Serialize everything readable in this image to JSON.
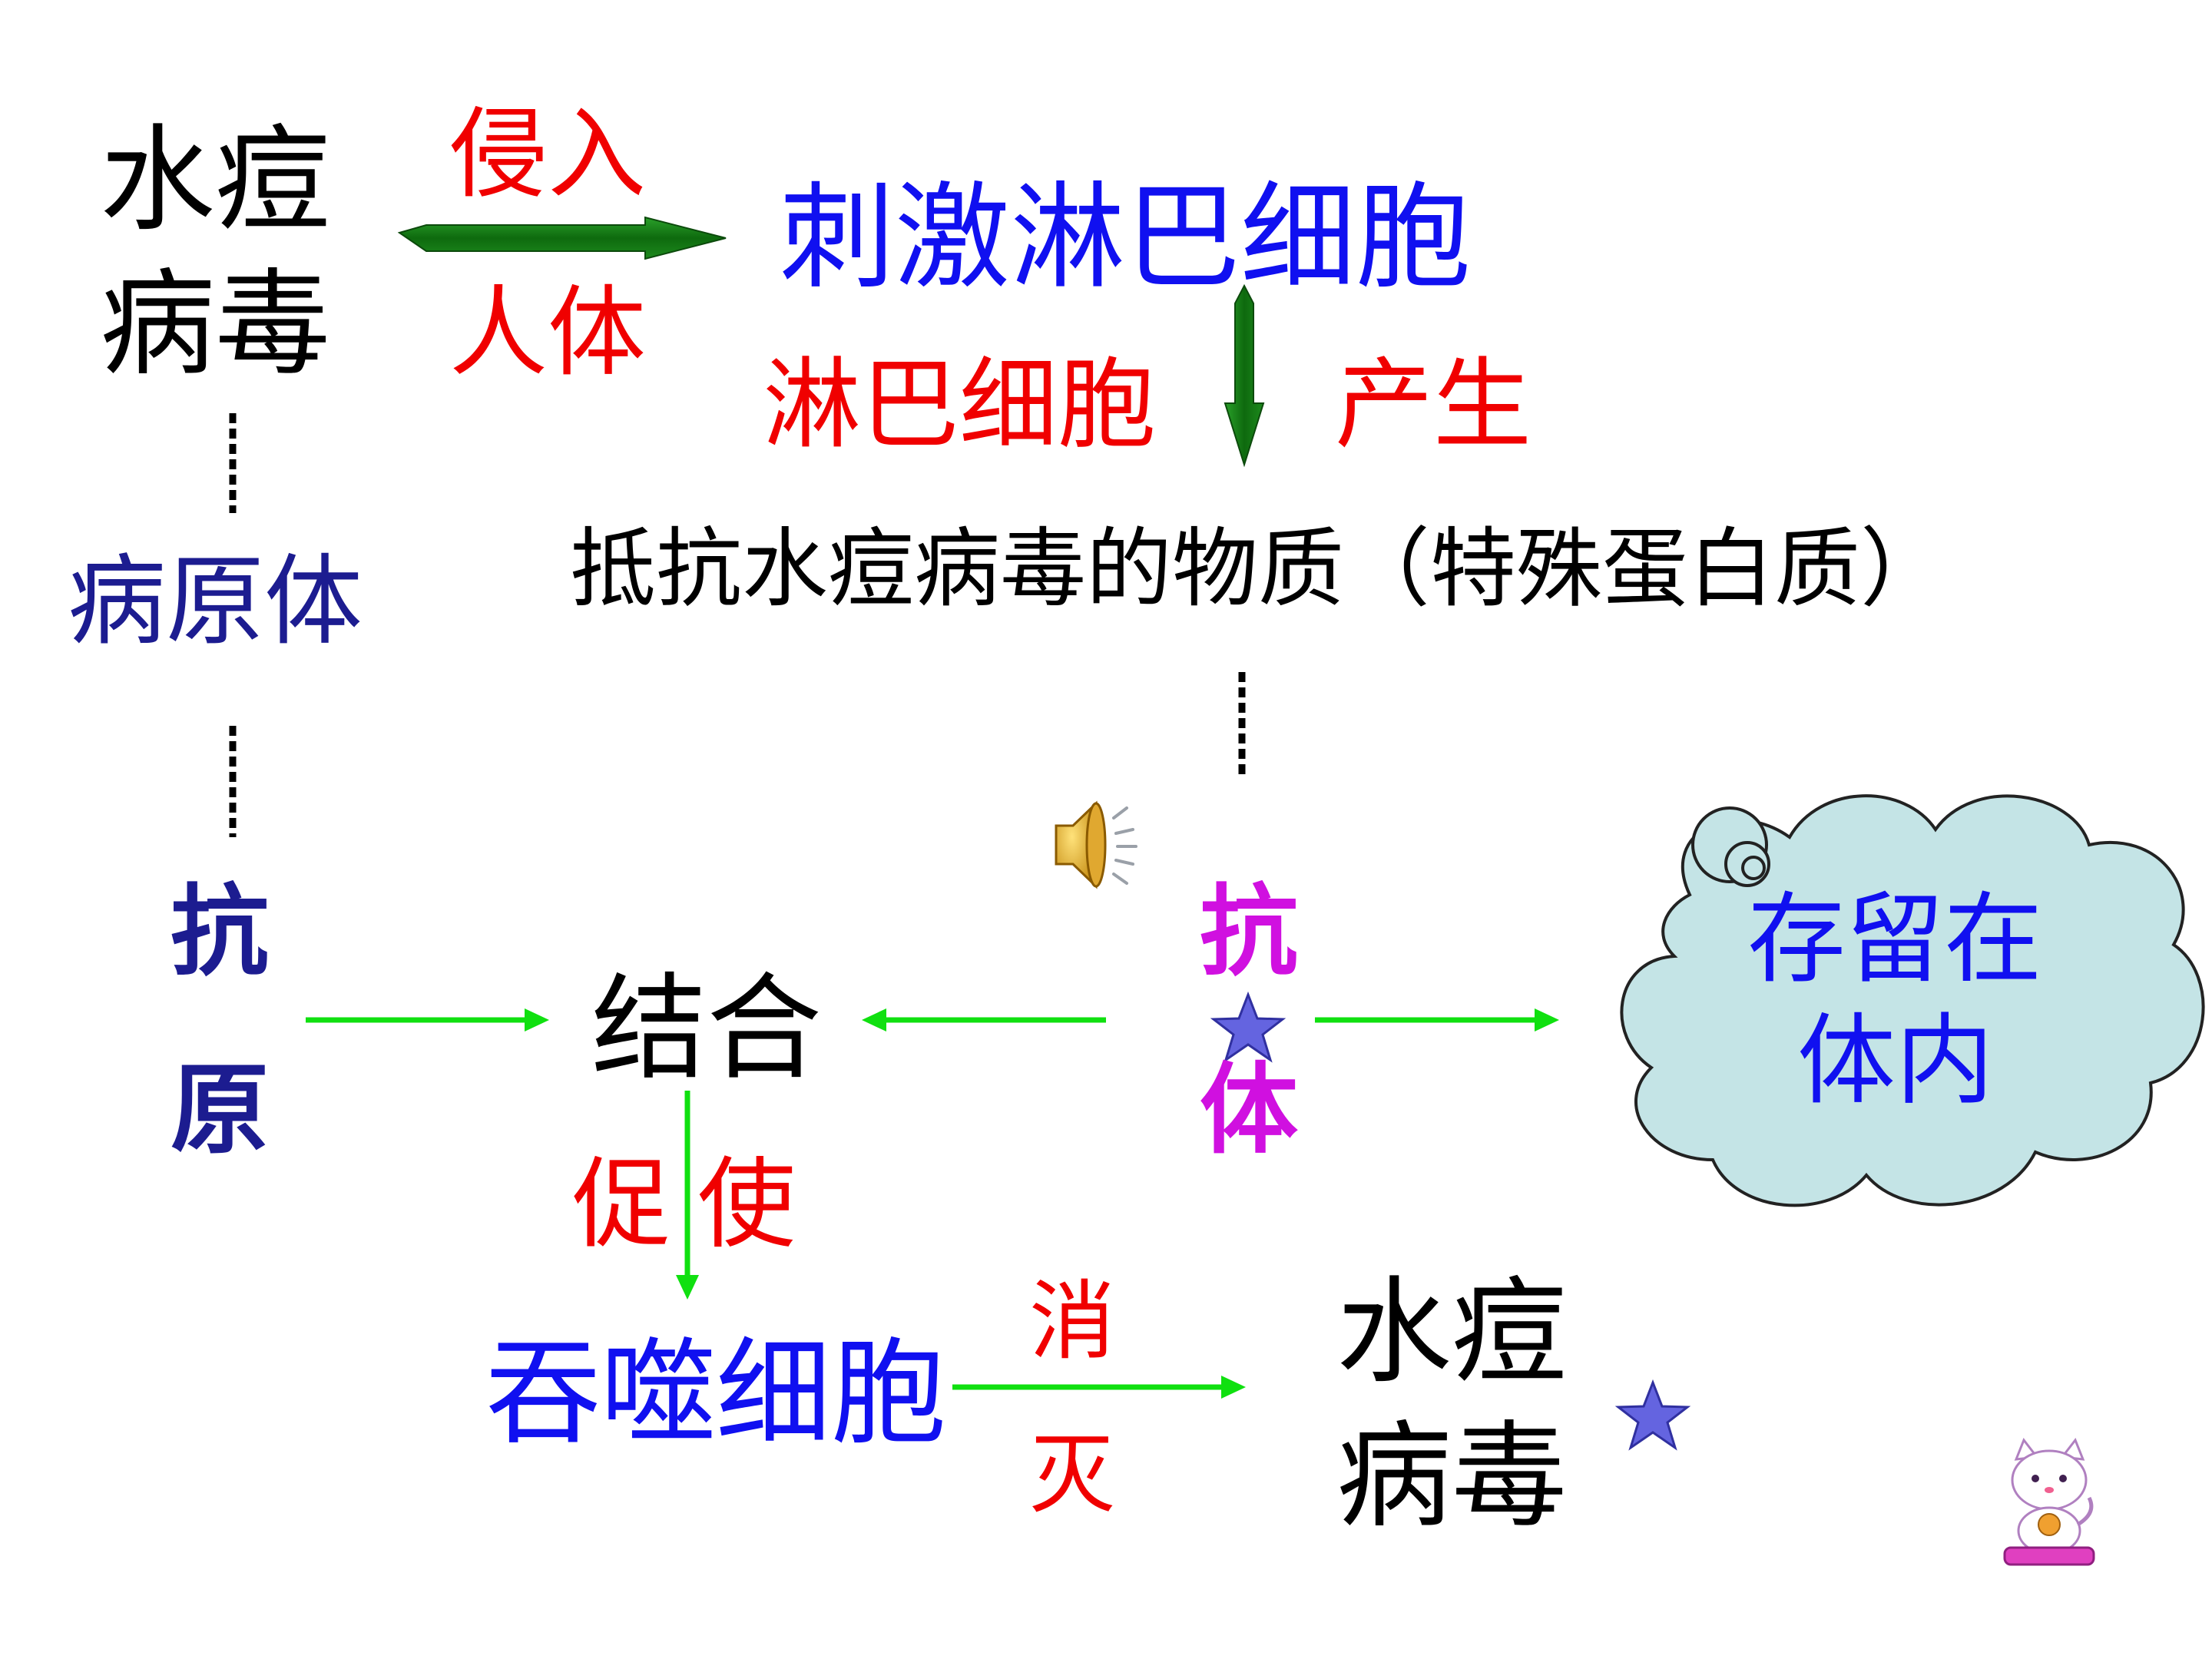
{
  "nodes": {
    "virus_top_line1": "水痘",
    "virus_top_line2": "病毒",
    "invade_top": "侵入",
    "invade_bottom": "人体",
    "stimulate": "刺激淋巴细胞",
    "lymph": "淋巴细胞",
    "produce": "产生",
    "substance": "抵抗水痘病毒的物质（特殊蛋白质）",
    "pathogen": "病原体",
    "antigen_char1": "抗",
    "antigen_char2": "原",
    "combine": "结合",
    "antibody_char1": "抗",
    "antibody_char2": "体",
    "remain_line1": "存留在",
    "remain_line2": "体内",
    "promote_char1": "促",
    "promote_char2": "使",
    "phagocyte": "吞噬细胞",
    "destroy_char1": "消",
    "destroy_char2": "灭",
    "virus_bottom_line1": "水痘",
    "virus_bottom_line2": "病毒"
  },
  "colors": {
    "black": "#000000",
    "red": "#f00000",
    "blue": "#1010f0",
    "navy": "#1c1c90",
    "magenta": "#d010e0",
    "green_arrow": "#1a7a1a",
    "bright_green": "#10e010",
    "cloud_fill": "#c4e4e6",
    "star": "#6464e0"
  },
  "icons": [
    "speaker-icon",
    "star-icon",
    "cat-mascot-icon"
  ]
}
